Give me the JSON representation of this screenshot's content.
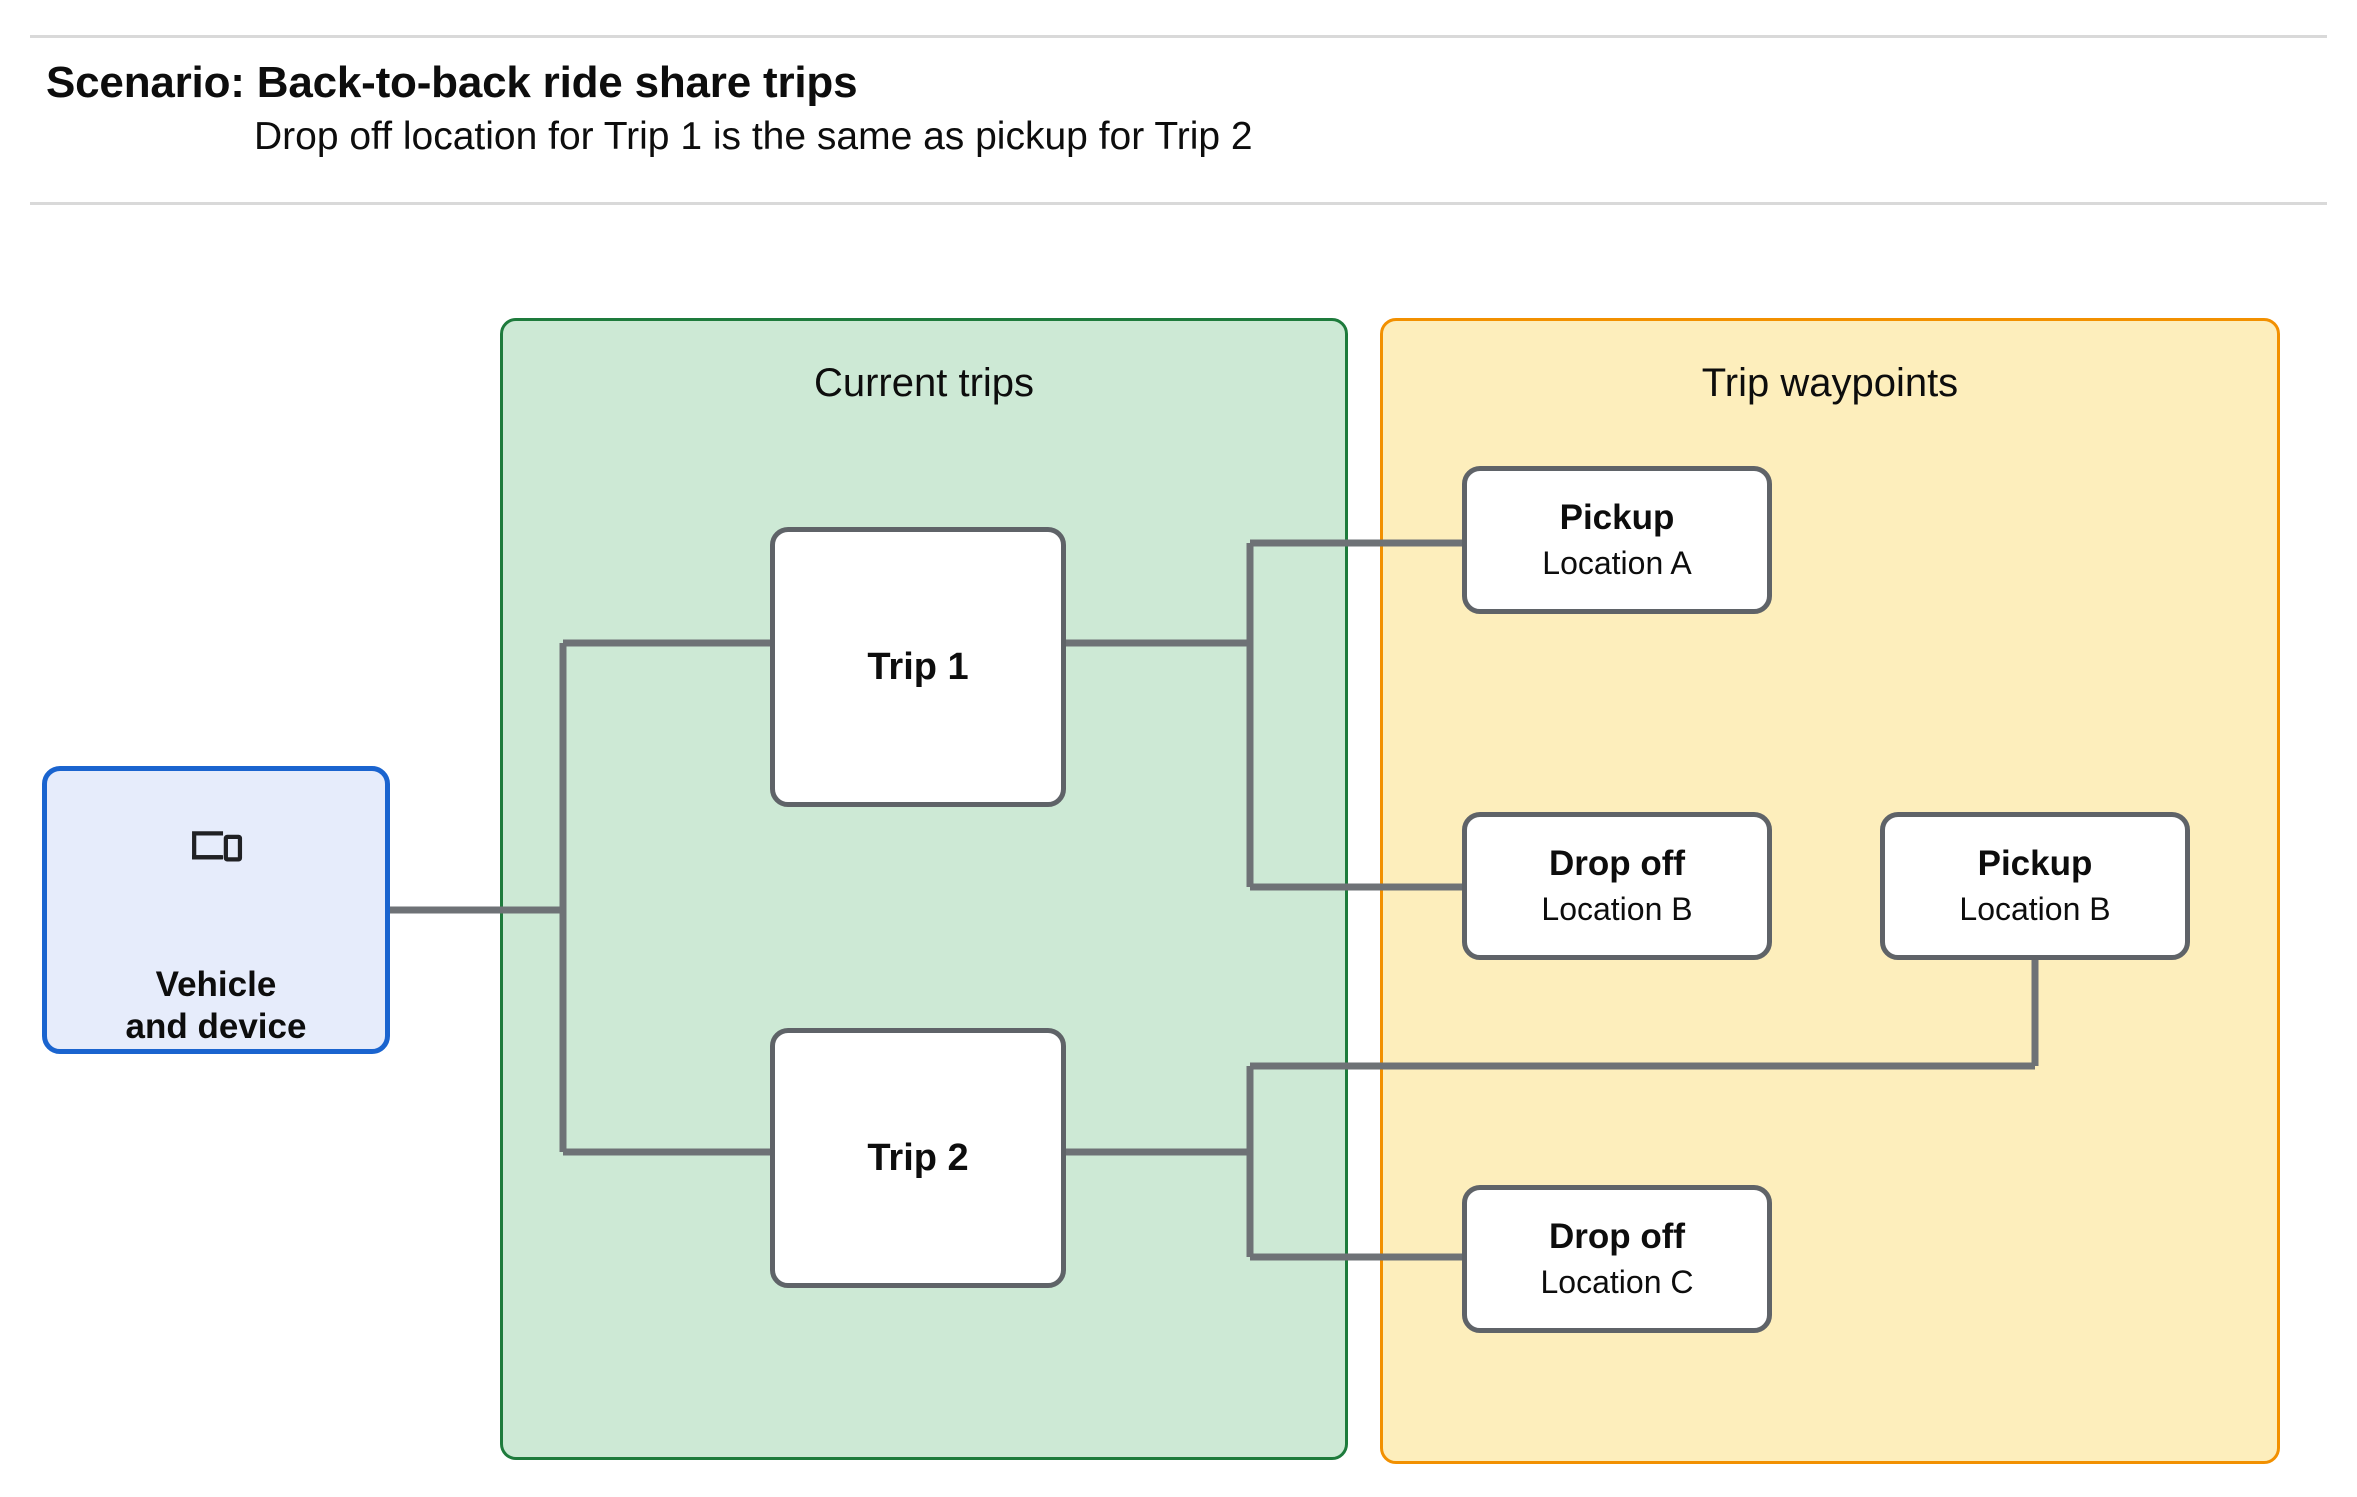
{
  "header": {
    "title": "Scenario: Back-to-back ride share trips",
    "subtitle": "Drop off  location for Trip 1 is the same as pickup for Trip 2"
  },
  "groups": {
    "current_trips": {
      "title": "Current trips",
      "fill": "#cde9d5",
      "border": "#1e7b3c"
    },
    "trip_waypoints": {
      "title": "Trip waypoints",
      "fill": "#fdeebc",
      "border": "#f29000"
    }
  },
  "vehicle": {
    "icon": "devices-icon",
    "label": "Vehicle\nand device",
    "fill": "#e6ecfb",
    "border": "#1a64cf"
  },
  "trips": [
    {
      "label": "Trip 1"
    },
    {
      "label": "Trip 2"
    }
  ],
  "waypoints": [
    {
      "type": "Pickup",
      "location": "Location A"
    },
    {
      "type": "Drop off",
      "location": "Location B"
    },
    {
      "type": "Pickup",
      "location": "Location B"
    },
    {
      "type": "Drop off",
      "location": "Location C"
    }
  ],
  "connector_color": "#6e7276"
}
